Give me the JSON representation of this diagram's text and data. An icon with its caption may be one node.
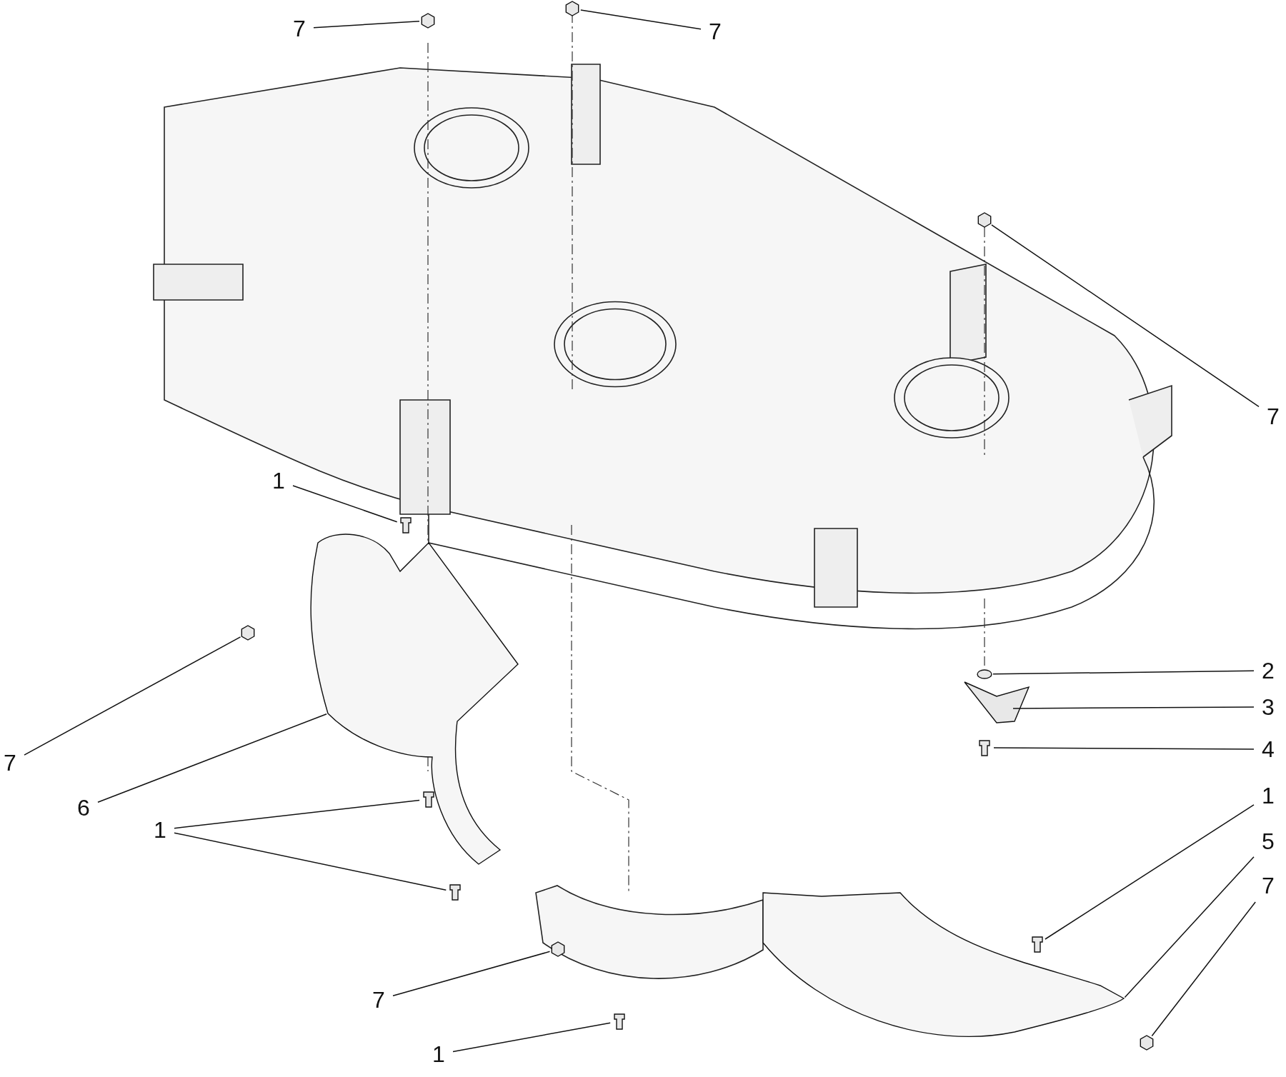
{
  "diagram": {
    "nodes": [
      {
        "text": [
          "7"
        ]
      },
      {
        "text": [],
        "shape": "nut"
      },
      {
        "text": [
          "7"
        ]
      },
      {
        "text": [],
        "shape": "nut"
      },
      {
        "text": [
          "7"
        ]
      },
      {
        "text": [],
        "shape": "nut"
      },
      {
        "text": [
          "1"
        ]
      },
      {
        "text": [],
        "shape": "bolt"
      },
      {
        "text": [
          "7"
        ]
      },
      {
        "text": [],
        "shape": "nut"
      },
      {
        "text": [
          "6"
        ]
      },
      {
        "text": [],
        "shape": "baffle"
      },
      {
        "text": [
          "2"
        ]
      },
      {
        "text": [],
        "shape": "washer"
      },
      {
        "text": [
          "3"
        ]
      },
      {
        "text": [],
        "shape": "blade"
      },
      {
        "text": [
          "4"
        ]
      },
      {
        "text": [],
        "shape": "bolt"
      },
      {
        "text": [
          "1"
        ]
      },
      {
        "text": [],
        "shape": "bolt"
      },
      {
        "text": [],
        "shape": "bolt"
      },
      {
        "text": [
          "1"
        ]
      },
      {
        "text": [],
        "shape": "bolt"
      },
      {
        "text": [
          "5"
        ]
      },
      {
        "text": [],
        "shape": "baffle"
      },
      {
        "text": [
          "7"
        ]
      },
      {
        "text": [],
        "shape": "nut"
      },
      {
        "text": [
          "7"
        ]
      },
      {
        "text": [],
        "shape": "nut"
      },
      {
        "text": [
          "1"
        ]
      },
      {
        "text": [],
        "shape": "bolt"
      }
    ],
    "edges": [
      {
        "from": 0,
        "to": 1,
        "arrow": "none"
      },
      {
        "from": 2,
        "to": 3,
        "arrow": "none"
      },
      {
        "from": 4,
        "to": 5,
        "arrow": "none"
      },
      {
        "from": 6,
        "to": 7,
        "arrow": "none"
      },
      {
        "from": 8,
        "to": 9,
        "arrow": "none"
      },
      {
        "from": 10,
        "to": 11,
        "arrow": "none"
      },
      {
        "from": 12,
        "to": 13,
        "arrow": "none"
      },
      {
        "from": 14,
        "to": 15,
        "arrow": "none"
      },
      {
        "from": 16,
        "to": 17,
        "arrow": "none"
      },
      {
        "from": 18,
        "to": 19,
        "arrow": "none"
      },
      {
        "from": 18,
        "to": 20,
        "arrow": "none"
      },
      {
        "from": 21,
        "to": 22,
        "arrow": "none"
      },
      {
        "from": 23,
        "to": 24,
        "arrow": "none"
      },
      {
        "from": 25,
        "to": 26,
        "arrow": "none"
      },
      {
        "from": 27,
        "to": 28,
        "arrow": "none"
      },
      {
        "from": 29,
        "to": 30,
        "arrow": "none"
      }
    ]
  }
}
